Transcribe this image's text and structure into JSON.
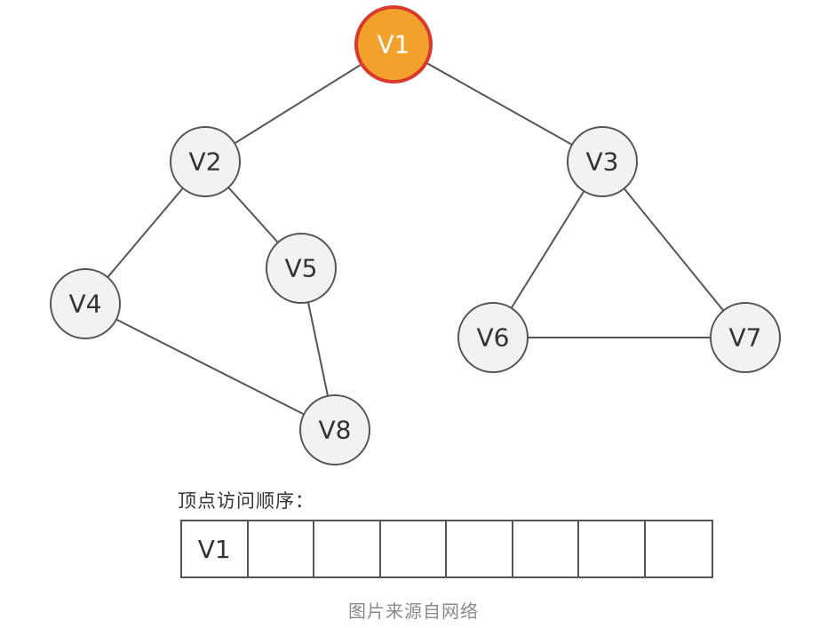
{
  "graph": {
    "nodes": [
      {
        "id": "V1",
        "label": "V1",
        "highlighted": true
      },
      {
        "id": "V2",
        "label": "V2",
        "highlighted": false
      },
      {
        "id": "V3",
        "label": "V3",
        "highlighted": false
      },
      {
        "id": "V4",
        "label": "V4",
        "highlighted": false
      },
      {
        "id": "V5",
        "label": "V5",
        "highlighted": false
      },
      {
        "id": "V6",
        "label": "V6",
        "highlighted": false
      },
      {
        "id": "V7",
        "label": "V7",
        "highlighted": false
      },
      {
        "id": "V8",
        "label": "V8",
        "highlighted": false
      }
    ],
    "edges": [
      [
        "V1",
        "V2"
      ],
      [
        "V1",
        "V3"
      ],
      [
        "V2",
        "V4"
      ],
      [
        "V2",
        "V5"
      ],
      [
        "V4",
        "V8"
      ],
      [
        "V5",
        "V8"
      ],
      [
        "V3",
        "V6"
      ],
      [
        "V3",
        "V7"
      ],
      [
        "V6",
        "V7"
      ]
    ],
    "colors": {
      "highlight_fill": "#f2a12c",
      "highlight_stroke": "#d93a2b",
      "node_fill": "#f2f2f2",
      "edge": "#555555"
    }
  },
  "visit_order": {
    "label": "顶点访问顺序：",
    "cells": [
      "V1",
      "",
      "",
      "",
      "",
      "",
      "",
      ""
    ]
  },
  "caption": "图片来源自网络"
}
